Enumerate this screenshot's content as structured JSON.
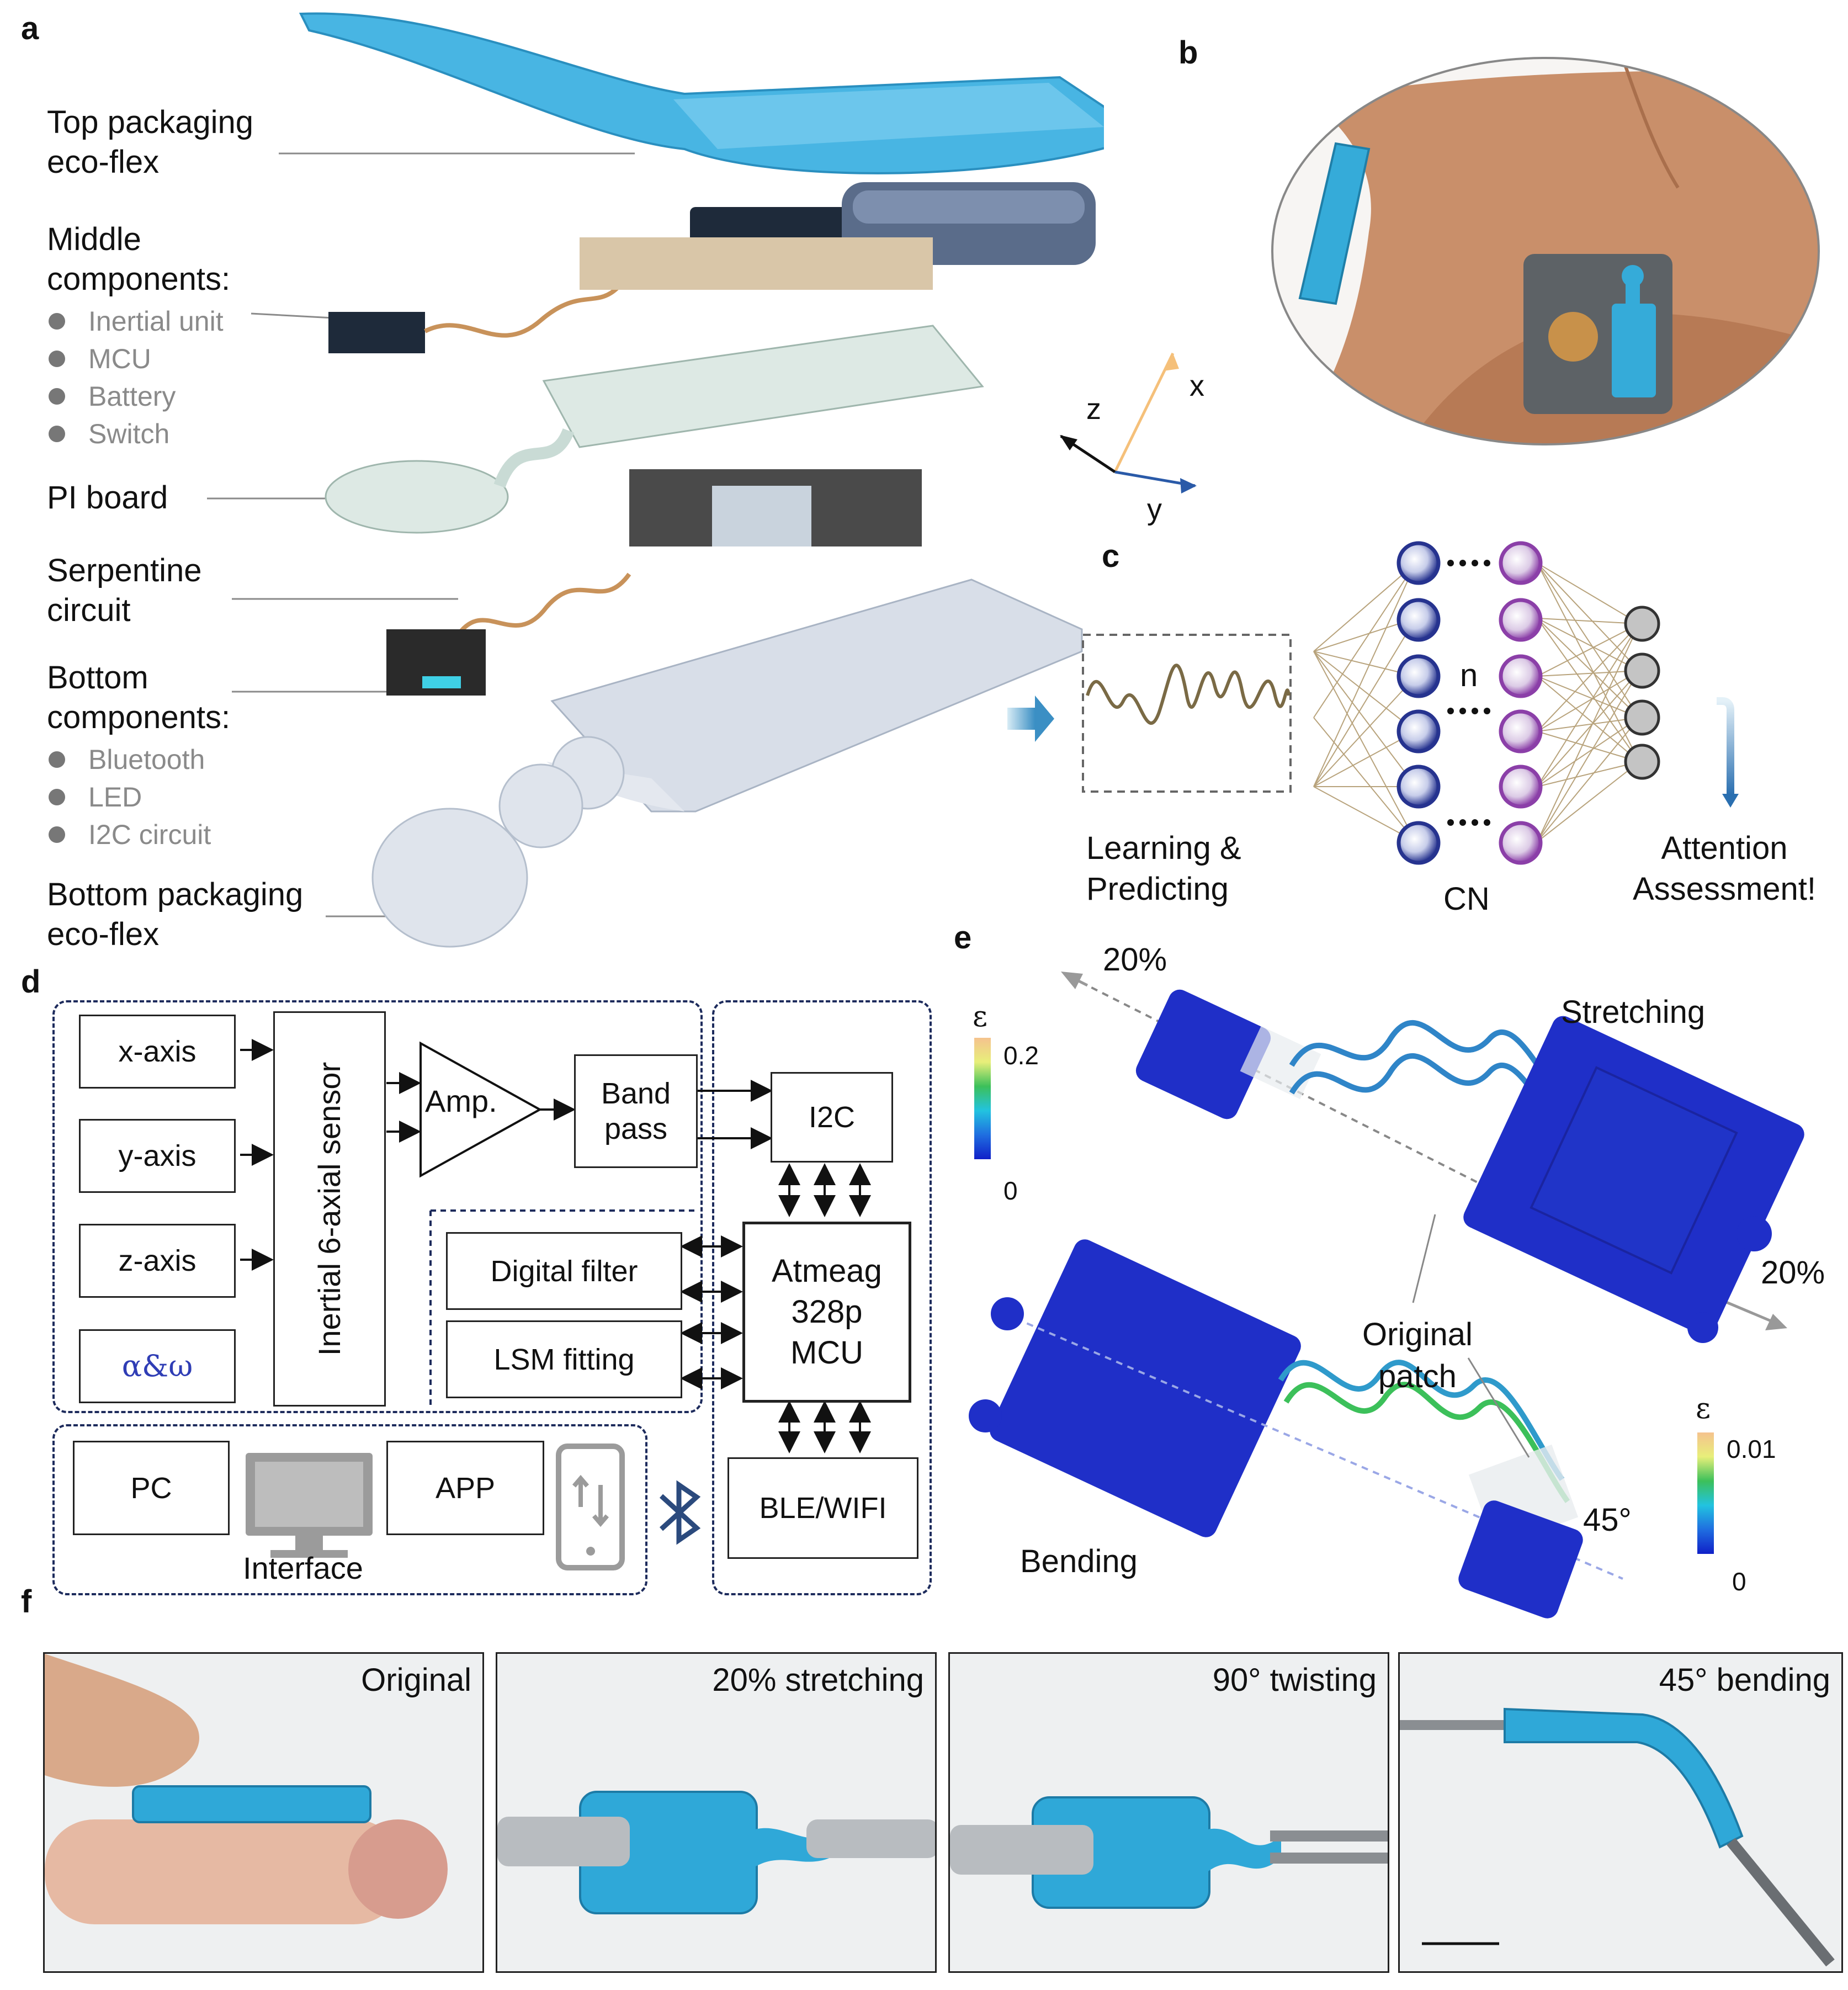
{
  "panels": {
    "a": "a",
    "b": "b",
    "c": "c",
    "d": "d",
    "e": "e",
    "f": "f"
  },
  "panel_a": {
    "top_pack_1": "Top packaging",
    "top_pack_2": "eco-flex",
    "middle_1": "Middle",
    "middle_2": "components:",
    "middle_items": [
      "Inertial unit",
      "MCU",
      "Battery",
      "Switch"
    ],
    "pi_board": "PI board",
    "serp_1": "Serpentine",
    "serp_2": "circuit",
    "bottom_1": "Bottom",
    "bottom_2": "components:",
    "bottom_items": [
      "Bluetooth",
      "LED",
      "I2C circuit"
    ],
    "bot_pack_1": "Bottom packaging",
    "bot_pack_2": "eco-flex"
  },
  "panel_b": {
    "axis_x": "x",
    "axis_y": "y",
    "axis_z": "z"
  },
  "panel_c": {
    "learning_1": "Learning &",
    "learning_2": "Predicting",
    "n": "n",
    "cn": "CN",
    "attn_1": "Attention",
    "attn_2": "Assessment!"
  },
  "panel_d": {
    "x_axis": "x-axis",
    "y_axis": "y-axis",
    "z_axis": "z-axis",
    "alpha": "α&ω",
    "sensor": "Inertial 6-axial sensor",
    "amp": "Amp.",
    "band_1": "Band",
    "band_2": "pass",
    "i2c": "I2C",
    "digital": "Digital filter",
    "lsm": "LSM fitting",
    "mcu_1": "Atmeag",
    "mcu_2": "328p",
    "mcu_3": "MCU",
    "pc": "PC",
    "app": "APP",
    "interface": "Interface",
    "ble": "BLE/WIFI"
  },
  "panel_e": {
    "pct_top": "20%",
    "pct_right": "20%",
    "stretching": "Stretching",
    "bending": "Bending",
    "original_1": "Original",
    "original_2": "patch",
    "angle": "45°",
    "eps": "ε",
    "scale1_max": "0.2",
    "scale1_min": "0",
    "scale2_max": "0.01",
    "scale2_min": "0"
  },
  "panel_f": {
    "captions": [
      "Original",
      "20% stretching",
      "90° twisting",
      "45° bending"
    ]
  },
  "colors": {
    "device_blue": "#2fa8d8",
    "sim_blue": "#1f2fc8",
    "node_blue": "#26338f",
    "node_purple": "#8b3fa8",
    "wave": "#7a6a45",
    "dash_border": "#1d2b5c"
  }
}
